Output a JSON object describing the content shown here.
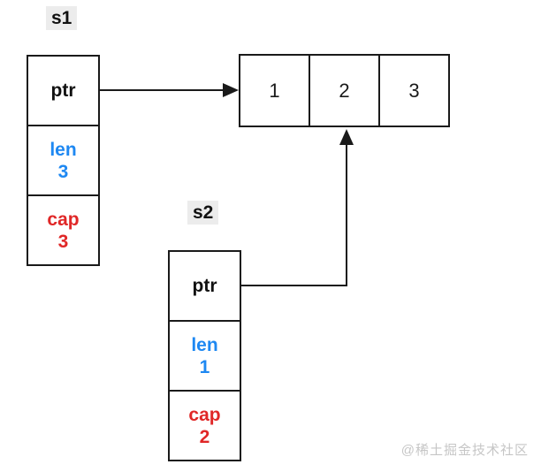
{
  "s1": {
    "label": "s1",
    "ptr_label": "ptr",
    "len_label": "len",
    "len_value": "3",
    "cap_label": "cap",
    "cap_value": "3"
  },
  "s2": {
    "label": "s2",
    "ptr_label": "ptr",
    "len_label": "len",
    "len_value": "1",
    "cap_label": "cap",
    "cap_value": "2"
  },
  "array": {
    "cells": [
      "1",
      "2",
      "3"
    ]
  },
  "watermark": "@稀土掘金技术社区",
  "colors": {
    "len_text": "#1e88f2",
    "cap_text": "#e02727",
    "line": "#1a1a1a",
    "label_bg": "#ececec",
    "watermark_text": "#c6c6c6"
  }
}
